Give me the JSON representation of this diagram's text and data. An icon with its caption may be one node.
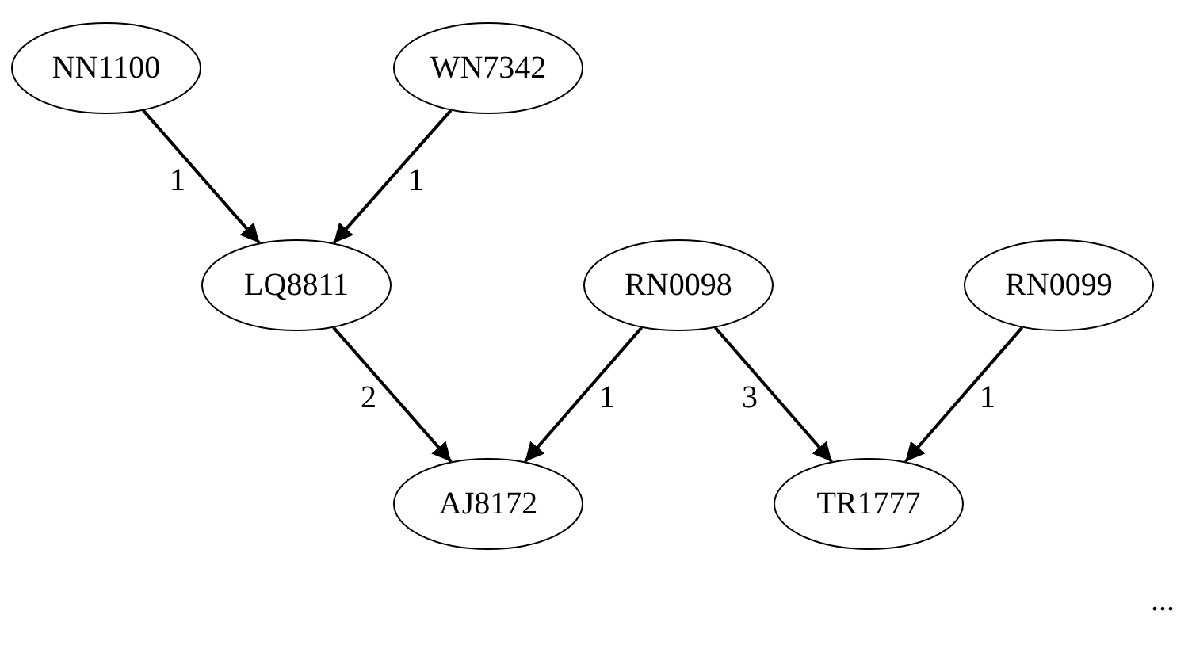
{
  "diagram": {
    "nodes": [
      {
        "text": [
          "NN1100"
        ]
      },
      {
        "text": [
          "WN7342"
        ]
      },
      {
        "text": [
          "LQ8811"
        ]
      },
      {
        "text": [
          "RN0098"
        ]
      },
      {
        "text": [
          "RN0099"
        ]
      },
      {
        "text": [
          "AJ8172"
        ]
      },
      {
        "text": [
          "TR1777"
        ]
      }
    ],
    "edges": [
      {
        "from": 0,
        "to": 2,
        "arrow": "to",
        "label": "1"
      },
      {
        "from": 1,
        "to": 2,
        "arrow": "to",
        "label": "1"
      },
      {
        "from": 2,
        "to": 5,
        "arrow": "to",
        "label": "2"
      },
      {
        "from": 3,
        "to": 5,
        "arrow": "to",
        "label": "1"
      },
      {
        "from": 3,
        "to": 6,
        "arrow": "to",
        "label": "3"
      },
      {
        "from": 4,
        "to": 6,
        "arrow": "to",
        "label": "1"
      }
    ],
    "labels": [
      "..."
    ]
  }
}
